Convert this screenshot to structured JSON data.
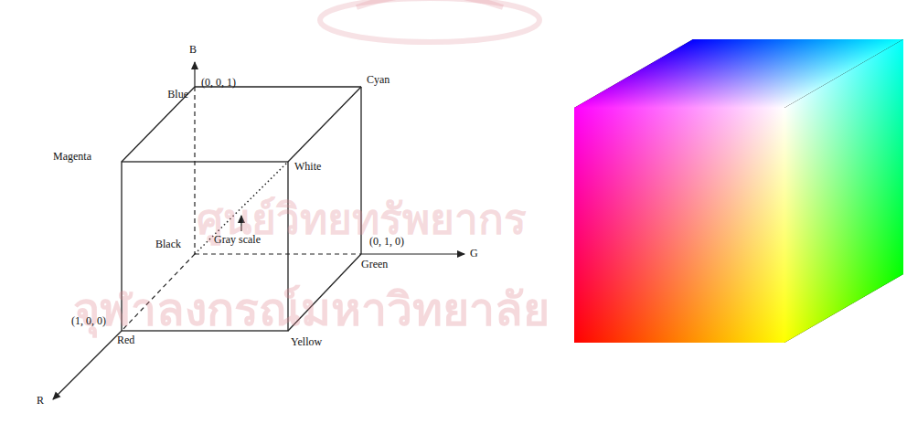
{
  "diagram": {
    "labels": [
      "B",
      "Blue",
      "(0, 0, 1)",
      "Cyan",
      "Magenta",
      "White",
      "Gray scale",
      "Black",
      "(0, 1, 0)",
      "Green",
      "G",
      "(1, 0, 0)",
      "Red",
      "Yellow",
      "R",
      "ศูนย์วิทยทรัพยากร",
      "จุฬาลงกรณ์มหาวิทยาลัย"
    ]
  }
}
